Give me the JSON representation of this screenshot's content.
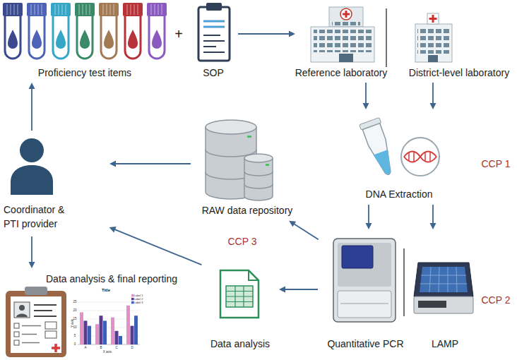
{
  "diagram": {
    "nodes": [
      {
        "text": [
          "Proficiency test items"
        ]
      },
      {
        "text": [
          "SOP"
        ]
      },
      {
        "text": [
          "Reference laboratory"
        ]
      },
      {
        "text": [
          "District-level laboratory"
        ]
      },
      {
        "text": [
          "DNA Extraction"
        ]
      },
      {
        "text": [
          "Coordinator & PTI provider"
        ]
      },
      {
        "text": [
          "RAW data repository"
        ]
      },
      {
        "text": [
          "Data analysis & final reporting"
        ]
      },
      {
        "text": [
          "Quantitative PCR"
        ]
      },
      {
        "text": [
          "LAMP"
        ]
      },
      {
        "text": [
          "Data analysis"
        ]
      }
    ],
    "edges": [
      {
        "from": 1,
        "to": 2,
        "arrow": "to"
      },
      {
        "from": 2,
        "to": 4,
        "arrow": "to"
      },
      {
        "from": 3,
        "to": 4,
        "arrow": "to"
      },
      {
        "from": 4,
        "to": 8,
        "arrow": "to"
      },
      {
        "from": 4,
        "to": 9,
        "arrow": "to"
      },
      {
        "from": 8,
        "to": 6,
        "arrow": "to"
      },
      {
        "from": 8,
        "to": 10,
        "arrow": "to"
      },
      {
        "from": 6,
        "to": 5,
        "arrow": "to"
      },
      {
        "from": 10,
        "to": 5,
        "arrow": "to"
      },
      {
        "from": 5,
        "to": 0,
        "arrow": "to"
      },
      {
        "from": 5,
        "to": 7,
        "arrow": "to"
      }
    ],
    "labels": [
      "+",
      "CCP 1",
      "CCP 3",
      "CCP 2",
      "Title",
      "Label 1",
      "Label 2",
      "Label 3",
      "25",
      "20",
      "15",
      "10",
      "5",
      "0",
      "A",
      "B",
      "C",
      "D",
      "X axis",
      "Y axis"
    ]
  }
}
